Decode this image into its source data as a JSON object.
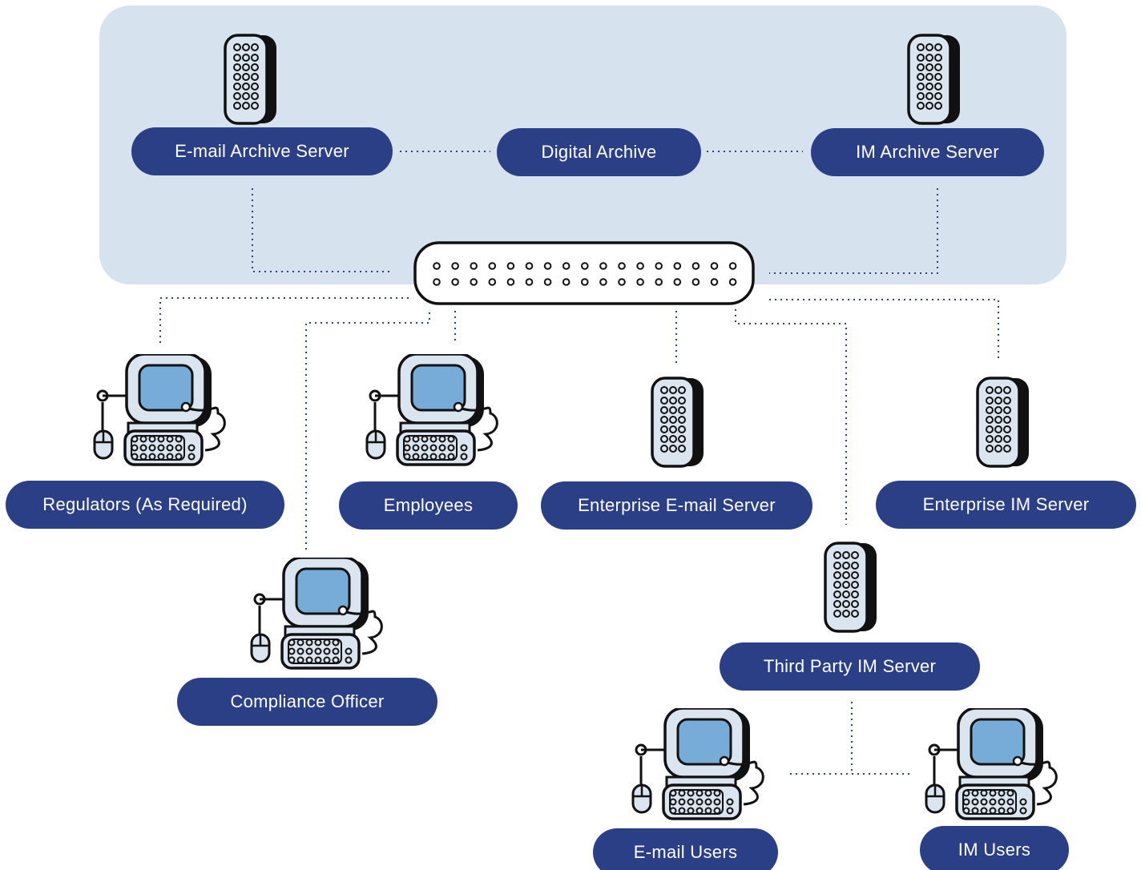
{
  "colors": {
    "zone": "#d6e2ee",
    "label_fill": "#2b3f86",
    "label_text": "#ffffff",
    "connector": "#2b3f86",
    "screen": "#78acd8"
  },
  "icons": {
    "server": "server-icon",
    "workstation": "computer-workstation-icon",
    "switch": "network-hub-icon"
  },
  "nodes": {
    "email_archive_server": "E-mail Archive Server",
    "digital_archive": "Digital Archive",
    "im_archive_server": "IM Archive Server",
    "regulators": "Regulators (As Required)",
    "employees": "Employees",
    "enterprise_email_server": "Enterprise E-mail Server",
    "enterprise_im_server": "Enterprise IM Server",
    "compliance_officer": "Compliance Officer",
    "third_party_im_server": "Third Party IM Server",
    "email_users": "E-mail Users",
    "im_users": "IM Users"
  }
}
